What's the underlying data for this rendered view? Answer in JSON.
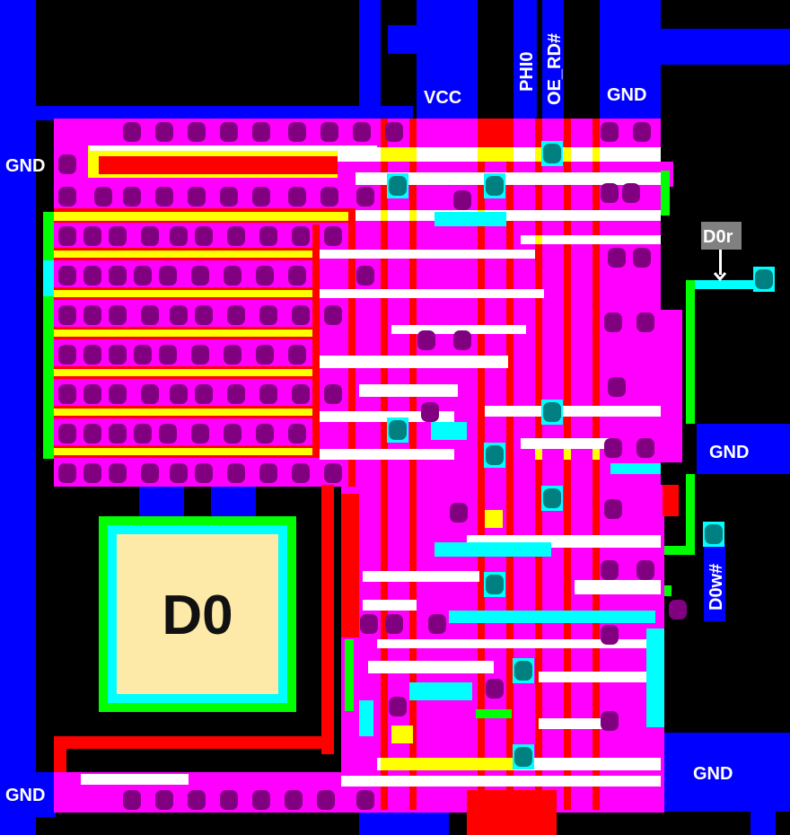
{
  "labels": {
    "gnd_top_left": "GND",
    "gnd_bottom_left": "GND",
    "gnd_top": "GND",
    "gnd_right": "GND",
    "gnd_bottom_right": "GND",
    "vcc": "VCC",
    "phi0": "PHI0",
    "oe_rd": "OE_RD#",
    "d0r": "D0r",
    "d0w": "D0w#",
    "pad": "D0"
  },
  "colors": {
    "metal": "#0000ff",
    "diffusion": "#ff00ff",
    "poly": "#ff0000",
    "gate": "#ffff00",
    "contact": "#800080",
    "via": "#008080",
    "buried": "#00ffff",
    "pad_fill": "#fdeaa8"
  }
}
